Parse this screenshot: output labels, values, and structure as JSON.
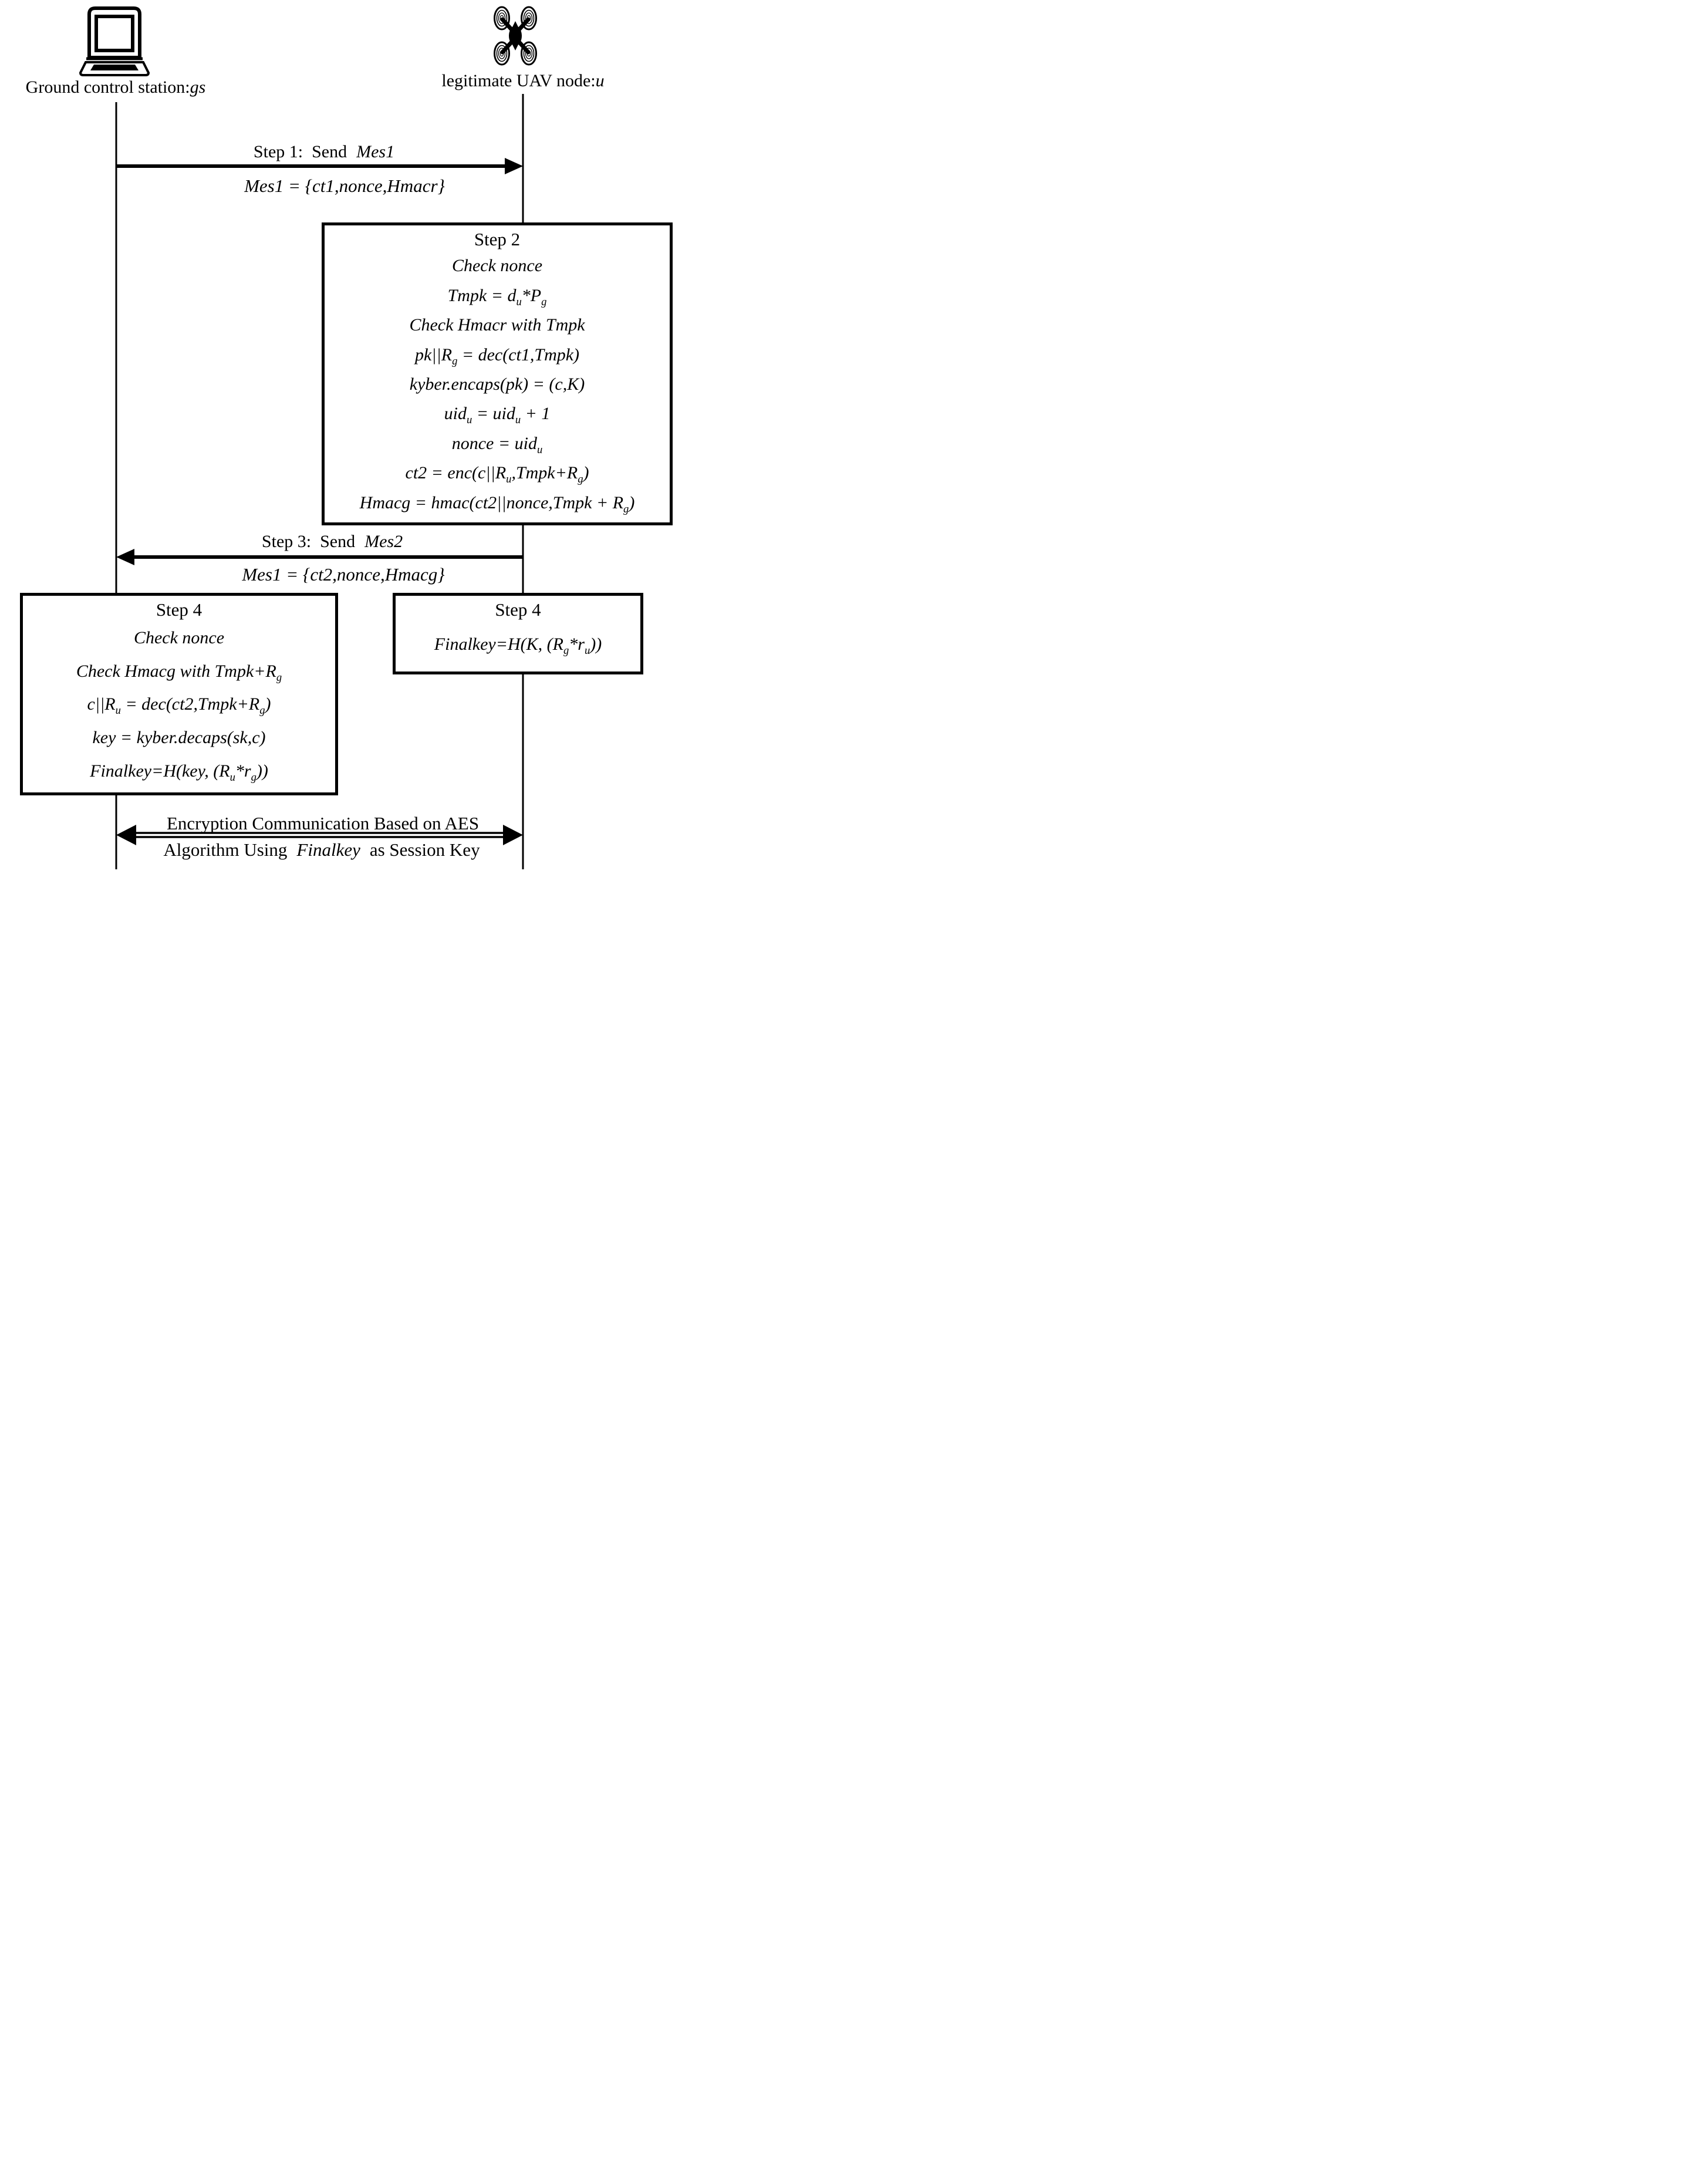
{
  "figure": {
    "background": "#ffffff",
    "ink": "#000000"
  },
  "actors": {
    "gs": {
      "name": "Ground control station:",
      "id_italic": "gs",
      "icon": "laptop-icon"
    },
    "uav": {
      "name": "legitimate UAV node:",
      "id_italic": "u",
      "icon": "drone-icon"
    }
  },
  "arrows": {
    "step1": {
      "label_prefix": "Step 1:  Send",
      "label_math": "Mes1",
      "direction": "right",
      "payload": "Mes1 = {ct1,nonce,Hmacr}"
    },
    "step3": {
      "label_prefix": "Step 3:  Send",
      "label_math": "Mes2",
      "direction": "left",
      "payload": "Mes1 = {ct2,nonce,Hmacg}"
    },
    "session": {
      "direction": "both",
      "line1": "Encryption Communication Based on AES",
      "line2_prefix": "Algorithm Using",
      "line2_math": "Finalkey",
      "line2_suffix": "as Session Key"
    }
  },
  "boxes": {
    "step2": {
      "title": "Step 2",
      "lines": [
        "Check nonce",
        "Tmpk = d_{u}*P_{g}",
        "Check Hmacr with Tmpk",
        "pk||R_{g} = dec(ct1,Tmpk)",
        "kyber.encaps(pk) = (c,K)",
        "uid_{u} = uid_{u} + 1",
        "nonce = uid_{u}",
        "ct2 = enc(c||R_{u},Tmpk+R_{g})",
        "Hmacg = hmac(ct2||nonce,Tmpk + R_{g})"
      ]
    },
    "step4_gs": {
      "title": "Step 4",
      "lines": [
        "Check nonce",
        "Check Hmacg with Tmpk+R_{g}",
        "c||R_{u} = dec(ct2,Tmpk+R_{g})",
        "key = kyber.decaps(sk,c)",
        "Finalkey=H(key, (R_{u}*r_{g}))"
      ]
    },
    "step4_uav": {
      "title": "Step 4",
      "lines": [
        "Finalkey=H(K, (R_{g}*r_{u}))"
      ]
    }
  }
}
